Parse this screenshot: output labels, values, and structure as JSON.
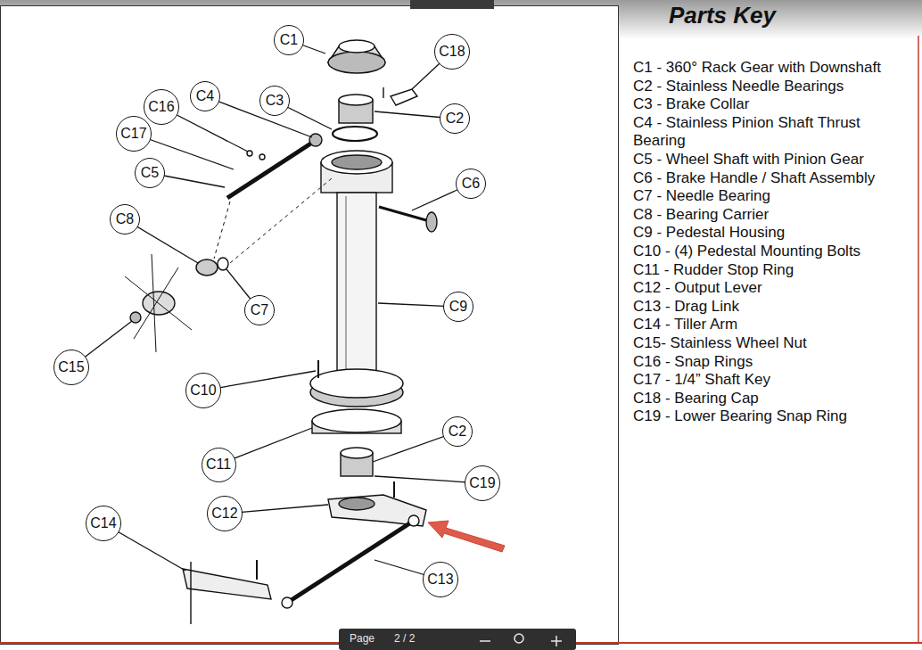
{
  "diagram": {
    "title": "Parts Key",
    "nodes": [
      {
        "text": [
          "C1"
        ]
      },
      {
        "text": [
          "C18"
        ]
      },
      {
        "text": [
          "C16"
        ]
      },
      {
        "text": [
          "C4"
        ]
      },
      {
        "text": [
          "C3"
        ]
      },
      {
        "text": [
          "C2"
        ]
      },
      {
        "text": [
          "C17"
        ]
      },
      {
        "text": [
          "C5"
        ]
      },
      {
        "text": [
          "C6"
        ]
      },
      {
        "text": [
          "C8"
        ]
      },
      {
        "text": [
          "C9"
        ]
      },
      {
        "text": [
          "C7"
        ]
      },
      {
        "text": [
          "C15"
        ]
      },
      {
        "text": [
          "C10"
        ]
      },
      {
        "text": [
          "C11"
        ]
      },
      {
        "text": [
          "C2"
        ]
      },
      {
        "text": [
          "C19"
        ]
      },
      {
        "text": [
          "C12"
        ]
      },
      {
        "text": [
          "C14"
        ]
      },
      {
        "text": [
          "C13"
        ]
      }
    ],
    "labels": [
      "C1 - 360° Rack Gear with Downshaft",
      "C2 - Stainless Needle Bearings",
      "C3 - Brake Collar",
      "C4 - Stainless Pinion Shaft Thrust Bearing",
      "C5 - Wheel Shaft with Pinion Gear",
      "C6 - Brake Handle / Shaft Assembly",
      "C7 - Needle Bearing",
      "C8 - Bearing Carrier",
      "C9 - Pedestal Housing",
      "C10 - (4) Pedestal Mounting Bolts",
      "C11 - Rudder Stop Ring",
      "C12 - Output Lever",
      "C13 - Drag Link",
      "C14 - Tiller Arm",
      "C15- Stainless Wheel Nut",
      "C16 - Snap Rings",
      "C17 - 1/4” Shaft Key",
      "C18 - Bearing Cap",
      "C19 - Lower Bearing Snap Ring",
      "Page",
      "2 / 2"
    ]
  }
}
